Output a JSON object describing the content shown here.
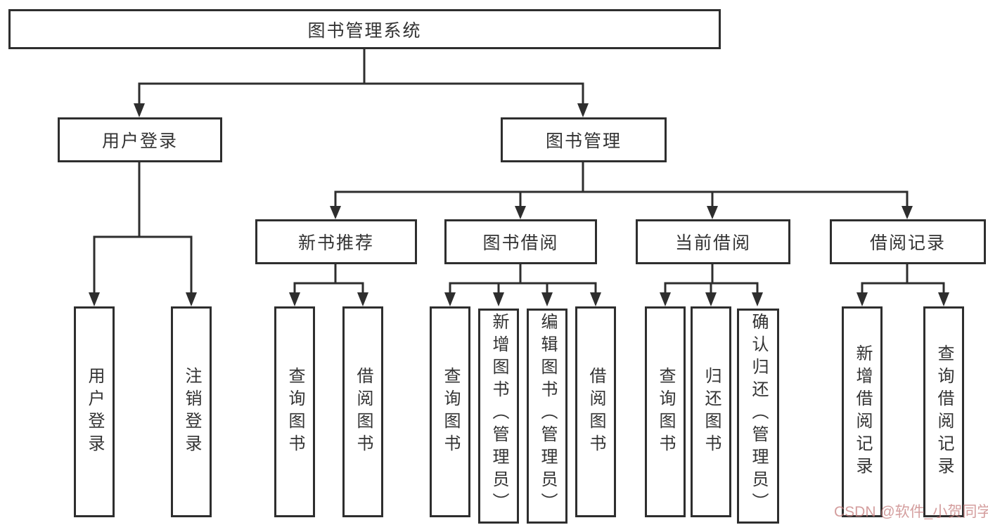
{
  "tree": {
    "root": {
      "label": "图书管理系统"
    },
    "level2": [
      {
        "label": "用户登录"
      },
      {
        "label": "图书管理"
      }
    ],
    "level3": [
      {
        "label": "新书推荐"
      },
      {
        "label": "图书借阅"
      },
      {
        "label": "当前借阅"
      },
      {
        "label": "借阅记录"
      }
    ],
    "leaf_groups": [
      {
        "parent": "用户登录",
        "leaves": [
          "用户登录",
          "注销登录"
        ]
      },
      {
        "parent": "新书推荐",
        "leaves": [
          "查询图书",
          "借阅图书"
        ]
      },
      {
        "parent": "图书借阅",
        "leaves": [
          "查询图书",
          "新增图书（管理员）",
          "编辑图书（管理员）",
          "借阅图书"
        ]
      },
      {
        "parent": "当前借阅",
        "leaves": [
          "查询图书",
          "归还图书",
          "确认归还（管理员）"
        ]
      },
      {
        "parent": "借阅记录",
        "leaves": [
          "新增借阅记录",
          "查询借阅记录"
        ]
      }
    ]
  },
  "colors": {
    "line": "#2e2e2e",
    "text": "#333333",
    "watermark": "#c67d7d"
  },
  "watermark": {
    "text": "CSDN @软件_小贺同学"
  }
}
